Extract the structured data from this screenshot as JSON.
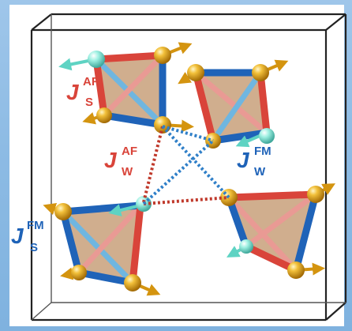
{
  "labels": {
    "js_af": {
      "main": "J",
      "sup": "AF",
      "sub": "S",
      "color": "#d9443a"
    },
    "jw_af": {
      "main": "J",
      "sup": "AF",
      "sub": "W",
      "color": "#d9443a"
    },
    "jw_fm": {
      "main": "J",
      "sup": "FM",
      "sub": "W",
      "color": "#1f63b8"
    },
    "js_fm": {
      "main": "J",
      "sup": "FM",
      "sub": "S",
      "color": "#1f63b8"
    }
  },
  "colors": {
    "background_blue": "#8dbbe4",
    "af_red": "#d9443a",
    "fm_blue": "#1f63b8",
    "light_blue_rod": "#6fb6e0",
    "gold_atom": "#e8a81a",
    "cyan_atom": "#7fe0d0",
    "tetra_face": "#c8a07a"
  }
}
